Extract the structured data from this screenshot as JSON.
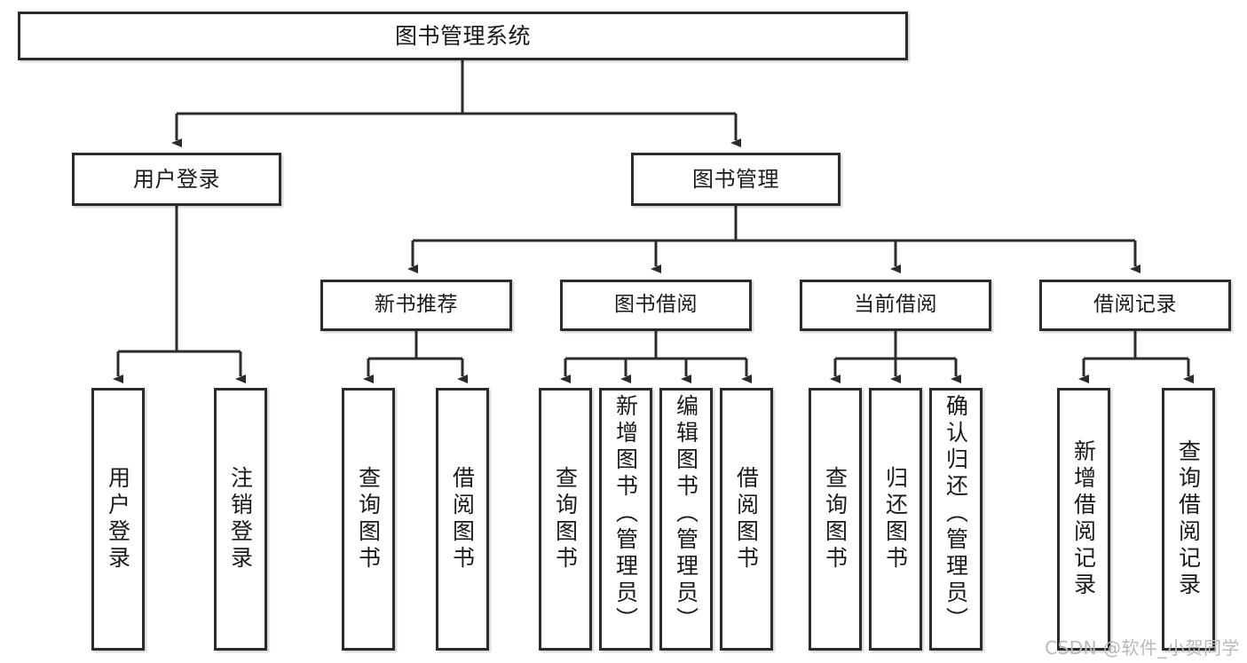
{
  "diagram": {
    "title": "图书管理系统",
    "type": "tree-hierarchy-diagram",
    "colors": {
      "box_border": "#2b2b2b",
      "box_fill": "#ffffff",
      "connector": "#2b2b2b",
      "watermark": "#b9b9b9",
      "background": "#ffffff"
    },
    "root": {
      "id": "root",
      "label": "图书管理系统"
    },
    "level2": [
      {
        "id": "user-login",
        "label": "用户登录"
      },
      {
        "id": "book-manage",
        "label": "图书管理"
      }
    ],
    "level3": [
      {
        "id": "new-book-recommend",
        "label": "新书推荐"
      },
      {
        "id": "book-borrow",
        "label": "图书借阅"
      },
      {
        "id": "current-borrow",
        "label": "当前借阅"
      },
      {
        "id": "borrow-record",
        "label": "借阅记录"
      }
    ],
    "leaves": [
      {
        "id": "leaf-user-login",
        "label": "用户登录",
        "parent": "user-login"
      },
      {
        "id": "leaf-user-logout",
        "label": "注销登录",
        "parent": "user-login"
      },
      {
        "id": "leaf-query-book-1",
        "label": "查询图书",
        "parent": "new-book-recommend"
      },
      {
        "id": "leaf-borrow-book-1",
        "label": "借阅图书",
        "parent": "new-book-recommend"
      },
      {
        "id": "leaf-query-book-2",
        "label": "查询图书",
        "parent": "book-borrow"
      },
      {
        "id": "leaf-add-book",
        "label": "新增图书（管理员）",
        "parent": "book-borrow"
      },
      {
        "id": "leaf-edit-book",
        "label": "编辑图书（管理员）",
        "parent": "book-borrow"
      },
      {
        "id": "leaf-borrow-book-2",
        "label": "借阅图书",
        "parent": "book-borrow"
      },
      {
        "id": "leaf-query-book-3",
        "label": "查询图书",
        "parent": "current-borrow"
      },
      {
        "id": "leaf-return-book",
        "label": "归还图书",
        "parent": "current-borrow"
      },
      {
        "id": "leaf-confirm-return",
        "label": "确认归还（管理员）",
        "parent": "current-borrow"
      },
      {
        "id": "leaf-add-record",
        "label": "新增借阅记录",
        "parent": "borrow-record"
      },
      {
        "id": "leaf-query-record",
        "label": "查询借阅记录",
        "parent": "borrow-record"
      }
    ],
    "watermark": "CSDN @软件_小贺同学"
  }
}
